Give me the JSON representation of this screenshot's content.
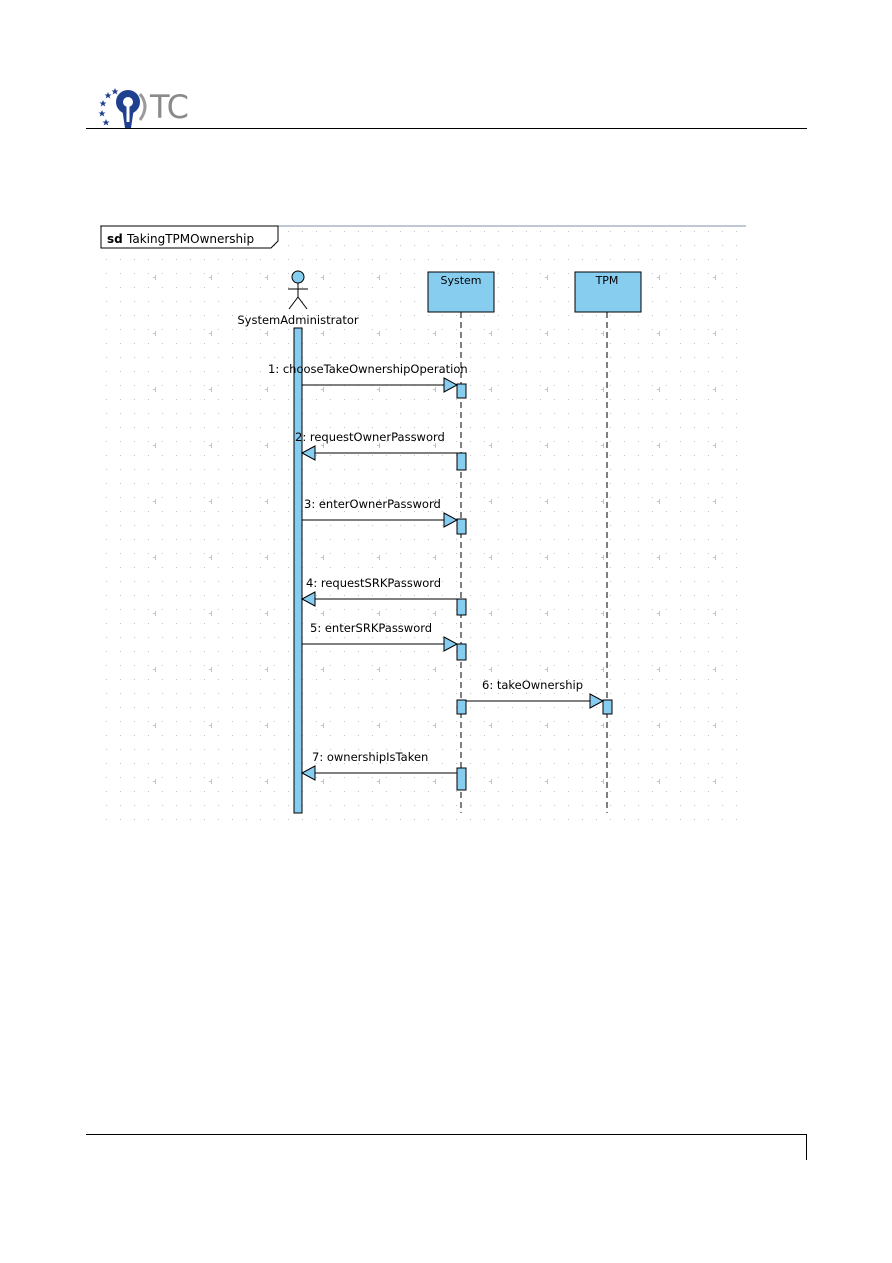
{
  "header": {
    "logo_text": "TC"
  },
  "diagram": {
    "frame_keyword": "sd",
    "frame_name": "TakingTPMOwnership",
    "actor": {
      "name": "SystemAdministrator"
    },
    "lifelines": [
      {
        "id": "system",
        "name": "System"
      },
      {
        "id": "tpm",
        "name": "TPM"
      }
    ],
    "messages": [
      {
        "label": "1: chooseTakeOwnershipOperation",
        "from": "SystemAdministrator",
        "to": "System"
      },
      {
        "label": "2: requestOwnerPassword",
        "from": "System",
        "to": "SystemAdministrator"
      },
      {
        "label": "3: enterOwnerPassword",
        "from": "SystemAdministrator",
        "to": "System"
      },
      {
        "label": "4: requestSRKPassword",
        "from": "System",
        "to": "SystemAdministrator"
      },
      {
        "label": "5: enterSRKPassword",
        "from": "SystemAdministrator",
        "to": "System"
      },
      {
        "label": "6: takeOwnership",
        "from": "System",
        "to": "TPM"
      },
      {
        "label": "7: ownershipIsTaken",
        "from": "System",
        "to": "SystemAdministrator"
      }
    ],
    "colors": {
      "fill": "#87cdf0",
      "stroke": "#000000",
      "grid_dot": "#b5b5b5"
    }
  }
}
